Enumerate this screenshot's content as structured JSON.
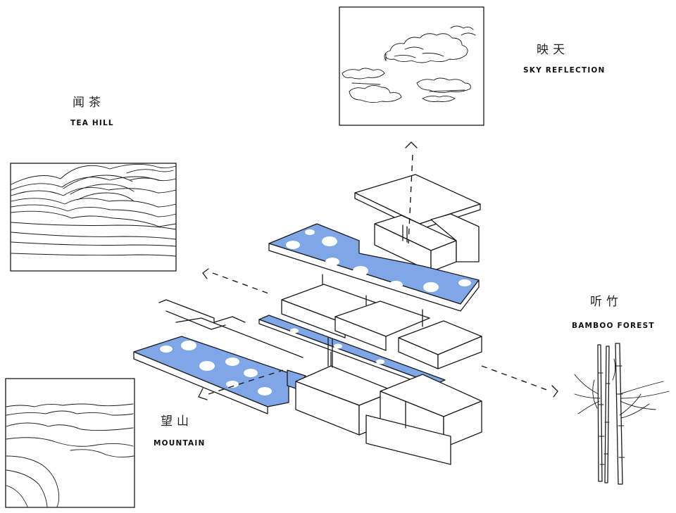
{
  "labels": {
    "sky": {
      "cn": "映天",
      "en": "SKY REFLECTION"
    },
    "tea": {
      "cn": "闻茶",
      "en": "TEA HILL"
    },
    "bamboo": {
      "cn": "听竹",
      "en": "BAMBOO FOREST"
    },
    "mountain": {
      "cn": "望山",
      "en": "MOUNTAIN"
    }
  },
  "colors": {
    "water": "#7fa6e6",
    "line": "#1a1a1a",
    "background": "#ffffff"
  },
  "icons": [
    "arrow-up-icon",
    "arrow-left-icon",
    "arrow-right-icon",
    "arrow-down-left-icon"
  ]
}
